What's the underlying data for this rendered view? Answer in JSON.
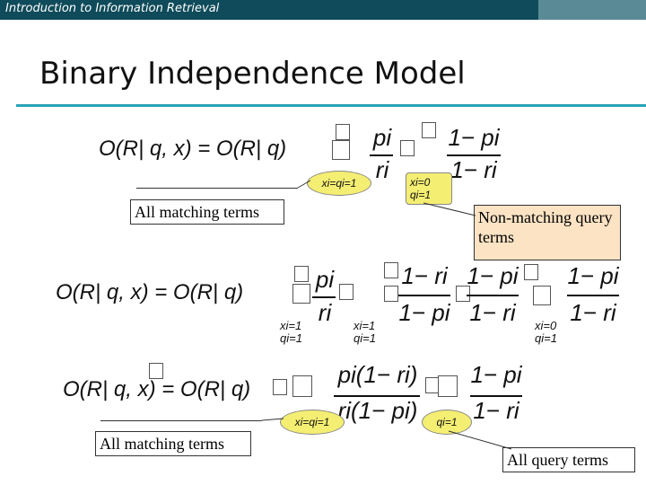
{
  "header": {
    "course": "Introduction to Information Retrieval"
  },
  "slide": {
    "title": "Binary Independence Model"
  },
  "eq1": {
    "lhs": "O(R| q, x) = O(R| q)",
    "f1_num": "pi",
    "f1_den": "ri",
    "f2_num": "1− pi",
    "f2_den": "1− ri",
    "cond1": "xi=qi=1",
    "cond2a": "xi=0",
    "cond2b": "qi=1"
  },
  "eq2": {
    "lhs": "O(R| q, x) = O(R| q)",
    "f1_num": "pi",
    "f1_den": "ri",
    "f2_num": "1− ri",
    "f2_den": "1− pi",
    "f3_num": "1− pi",
    "f3_den": "1− ri",
    "f4_num": "1− pi",
    "f4_den": "1− ri",
    "c1a": "xi=1",
    "c1b": "qi=1",
    "c2a": "xi=1",
    "c2b": "qi=1",
    "c3a": "xi=0",
    "c3b": "qi=1"
  },
  "eq3": {
    "lhs": "O(R| q, x) = O(R| q)",
    "f1_num": "pi(1− ri)",
    "f1_den": "ri(1− pi)",
    "f2_num": "1− pi",
    "f2_den": "1− ri",
    "cond1": "xi=qi=1",
    "cond2": "qi=1"
  },
  "annotations": {
    "all_matching_top": "All matching terms",
    "non_matching": "Non-matching query terms",
    "all_matching_bottom": "All matching terms",
    "all_query": "All query terms"
  }
}
